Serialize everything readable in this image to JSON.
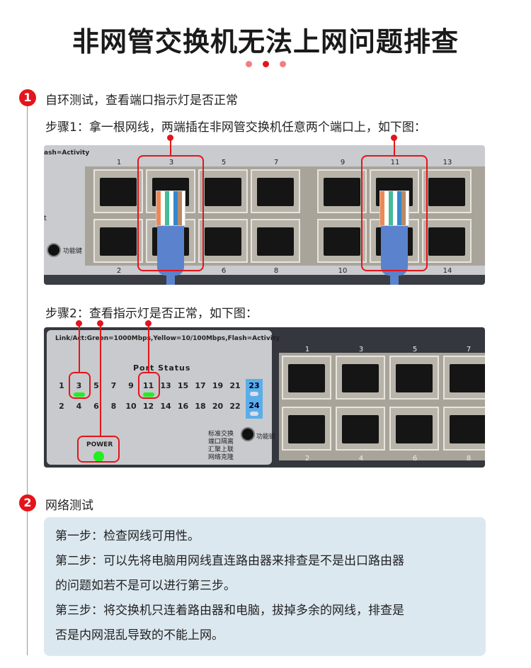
{
  "title": "非网管交换机无法上网问题排查",
  "section1": {
    "number": "1",
    "heading": "自环测试，查看端口指示灯是否正常",
    "step1": "步骤1：拿一根网线，两端插在非网管交换机任意两个端口上，如下图：",
    "step2": "步骤2：查看指示灯是否正常，如下图："
  },
  "photo1": {
    "legend_fragment": "ash=Activity",
    "side_text": "t",
    "func_key": "功能键",
    "top_ports": [
      "1",
      "3",
      "5",
      "7",
      "9",
      "11",
      "13"
    ],
    "bottom_ports": [
      "2",
      "",
      "6",
      "8",
      "10",
      "",
      "14"
    ],
    "highlighted": [
      "3",
      "11"
    ]
  },
  "photo2": {
    "legend": "Link/Act:Green=1000Mbps,Yellow=10/100Mbps,Flash=Activity",
    "port_status": "Port Status",
    "led_top": [
      "1",
      "3",
      "5",
      "7",
      "9",
      "11",
      "13",
      "15",
      "17",
      "19",
      "21"
    ],
    "led_bottom": [
      "2",
      "4",
      "6",
      "8",
      "10",
      "12",
      "14",
      "16",
      "18",
      "20",
      "22"
    ],
    "uplink": [
      "23",
      "24"
    ],
    "power": "POWER",
    "modes": [
      "标准交换",
      "端口隔离",
      "汇聚上联",
      "网络克隆"
    ],
    "func_key": "功能键",
    "top_ports": [
      "1",
      "3",
      "5",
      "7"
    ],
    "bottom_ports": [
      "2",
      "4",
      "6",
      "8"
    ],
    "led_color": "#22ee22"
  },
  "section2": {
    "number": "2",
    "heading": "网络测试",
    "lines": [
      "第一步：检查网线可用性。",
      "第二步：可以先将电脑用网线直连路由器来排查是不是出口路由器",
      "的问题如若不是可以进行第三步。",
      "第三步：将交换机只连着路由器和电脑，拔掉多余的网线，排查是",
      "否是内网混乱导致的不能上网。"
    ]
  }
}
